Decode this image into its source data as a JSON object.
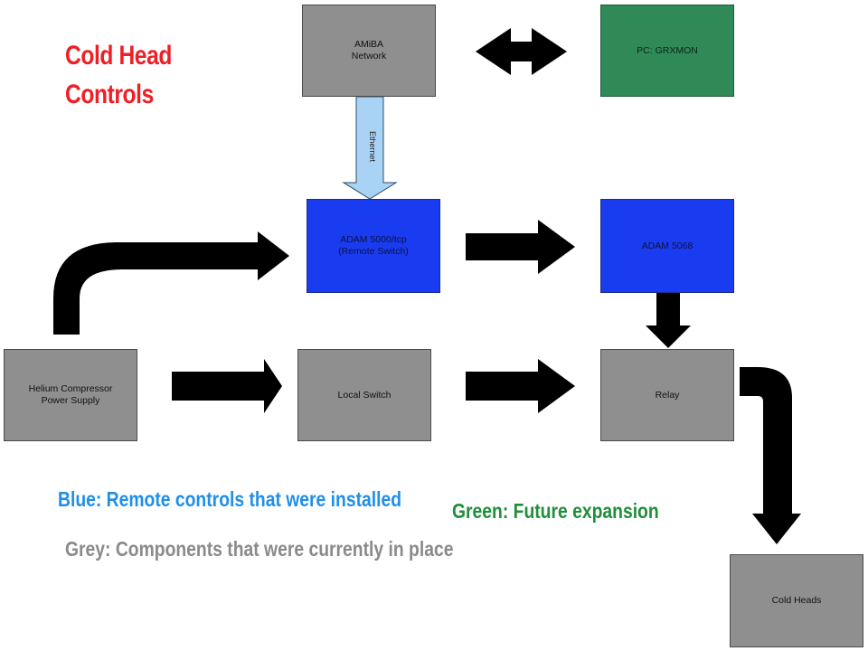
{
  "title": "Cold Head\nControls",
  "nodes": {
    "amiba": "AMiBA\nNetwork",
    "pc": "PC: GRXMON",
    "adam5000": "ADAM 5000/tcp\n(Remote Switch)",
    "adam5068": "ADAM 5068",
    "helium": "Helium Compressor\nPower Supply",
    "local_switch": "Local Switch",
    "relay": "Relay",
    "cold_heads": "Cold Heads"
  },
  "edge_labels": {
    "ethernet": "Ethernet"
  },
  "legend": {
    "blue": "Blue:  Remote controls that were installed",
    "green": "Green:  Future expansion",
    "grey": "Grey: Components that were currently in place"
  },
  "colors": {
    "grey_node": "#8f8f8f",
    "blue_node": "#1a3cf0",
    "green_node": "#2f8a58",
    "title": "#ee1f25",
    "legend_blue": "#1f8fe8",
    "legend_green": "#1f8f3a",
    "legend_grey": "#8a8a8a",
    "arrow": "#000000",
    "ethernet_arrow": "#a9d3f5"
  }
}
